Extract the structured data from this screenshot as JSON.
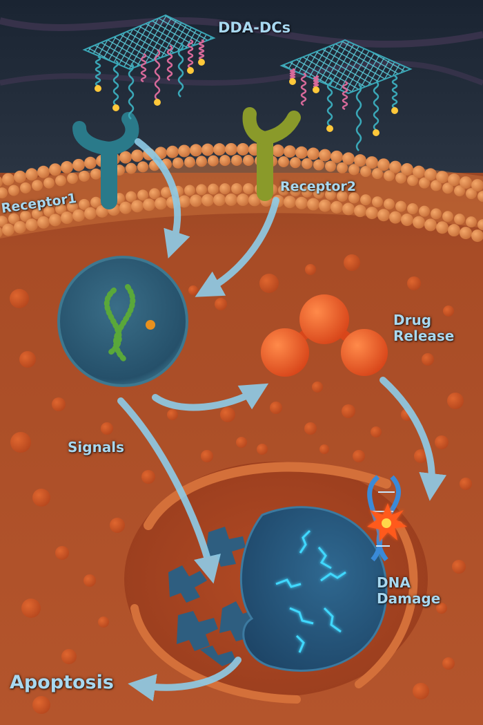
{
  "labels": {
    "conjugates": "DDA-DCs",
    "receptor1": "Receptor1",
    "receptor2": "Receptor2",
    "drug_release_line1": "Drug",
    "drug_release_line2": "Release",
    "signals": "Signals",
    "dna_damage_line1": "DNA",
    "dna_damage_line2": "Damage",
    "apoptosis": "Apoptosis"
  },
  "colors": {
    "background_top": "#1e2a38",
    "cytoplasm": "#b8542a",
    "membrane": "#e08a4c",
    "nanostructure": "#3aa8b8",
    "receptor1": "#2a7a8a",
    "receptor2": "#8a9a2a",
    "endosome": "#2d5a72",
    "inner_dna": "#5aa83a",
    "drug_particles": "#e85a1e",
    "nucleus": "#2a5a80",
    "cracks": "#40d8ff",
    "arrows": "#8ecce8",
    "label_text": "#a8d8f0"
  }
}
